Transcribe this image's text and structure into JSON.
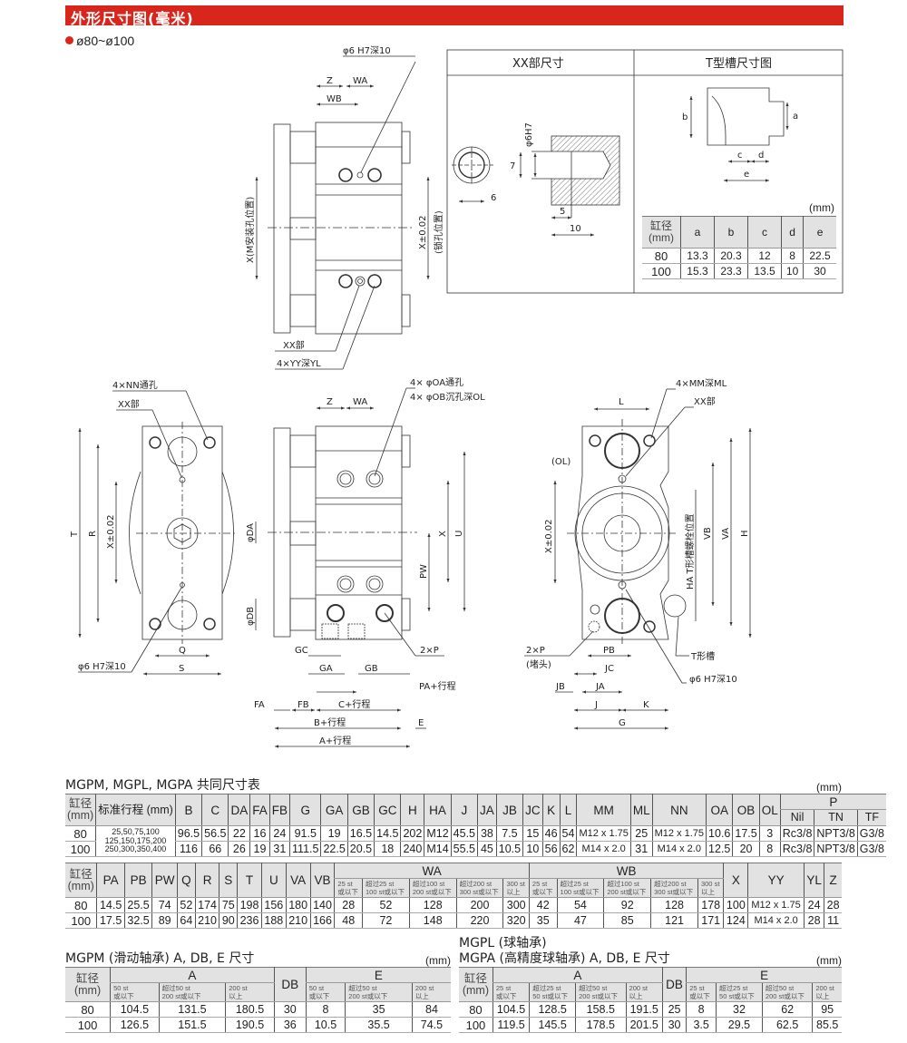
{
  "header": {
    "title": "外形尺寸图(毫米)",
    "subtitle": "ø80~ø100"
  },
  "colors": {
    "accent": "#d8261c",
    "header_bg": "#e2e2e2"
  },
  "top_view": {
    "hole_note": "φ6 H7深10",
    "z": "Z",
    "wa": "WA",
    "wb": "WB",
    "x_mount": "X(M安装孔位置)",
    "x_tol": "X±0.02",
    "lock_pos": "(锁孔位置)",
    "xx": "XX部",
    "yy": "4×YY深YL"
  },
  "xx_detail": {
    "title": "XX部尺寸",
    "dia": "φ6H7",
    "d7": "7",
    "d6": "6",
    "d5": "5",
    "d10": "10"
  },
  "tslot": {
    "title": "T型槽尺寸图",
    "a": "a",
    "b": "b",
    "c": "c",
    "d": "d",
    "e": "e",
    "unit": "(mm)",
    "columns": [
      "缸径\n(mm)",
      "a",
      "b",
      "c",
      "d",
      "e"
    ],
    "rows": [
      [
        "80",
        "13.3",
        "20.3",
        "12",
        "8",
        "22.5"
      ],
      [
        "100",
        "15.3",
        "23.3",
        "13.5",
        "10",
        "30"
      ]
    ]
  },
  "front_view": {
    "nn": "4×NN通孔",
    "xx": "XX部",
    "t": "T",
    "r": "R",
    "x_tol": "X±0.02",
    "q": "Q",
    "s": "S",
    "hole_note": "φ6 H7深10"
  },
  "side_view": {
    "oa": "4× φOA通孔",
    "ob": "4× φOB沉孔深OL",
    "z": "Z",
    "wa": "WA",
    "da": "φDA",
    "db": "φDB",
    "x": "X",
    "u": "U",
    "pw": "PW",
    "p": "2×P",
    "gc": "GC",
    "ga": "GA",
    "gb": "GB",
    "pa": "PA+行程",
    "fa": "FA",
    "fb": "FB",
    "c": "C+行程",
    "b": "B+行程",
    "e": "E",
    "a": "A+行程"
  },
  "end_view": {
    "mm": "4×MM深ML",
    "xx": "XX部",
    "l": "L",
    "ol": "(OL)",
    "x_tol": "X±0.02",
    "ha": "HA T形槽螺栓位置",
    "vb": "VB",
    "va": "VA",
    "h": "H",
    "p": "2×P",
    "plug": "(堵头)",
    "pb": "PB",
    "jc": "JC",
    "tslot": "T形槽",
    "hole_note": "φ6 H7深10",
    "jb": "JB",
    "ja": "JA",
    "j": "J",
    "k": "K",
    "g": "G"
  },
  "common_table": {
    "title": "MGPM, MGPL, MGPA 共同尺寸表",
    "unit": "(mm)",
    "bore_label": "缸径\n(mm)",
    "stroke_label": "标准行程 (mm)",
    "stroke": "25,50,75,100\n125,150,175,200\n250,300,350,400",
    "columns": [
      {
        "label": "B"
      },
      {
        "label": "C"
      },
      {
        "label": "DA"
      },
      {
        "label": "FA"
      },
      {
        "label": "FB"
      },
      {
        "label": "G"
      },
      {
        "label": "GA"
      },
      {
        "label": "GB"
      },
      {
        "label": "GC"
      },
      {
        "label": "H"
      },
      {
        "label": "HA"
      },
      {
        "label": "J"
      },
      {
        "label": "JA"
      },
      {
        "label": "JB"
      },
      {
        "label": "JC"
      },
      {
        "label": "K"
      },
      {
        "label": "L"
      },
      {
        "label": "MM"
      },
      {
        "label": "ML"
      },
      {
        "label": "NN"
      },
      {
        "label": "OA"
      },
      {
        "label": "OB"
      },
      {
        "label": "OL"
      },
      {
        "label": "P",
        "sub": [
          "Nil",
          "TN",
          "TF"
        ]
      }
    ],
    "rows": [
      [
        "80",
        "96.5",
        "56.5",
        "22",
        "16",
        "24",
        "91.5",
        "19",
        "16.5",
        "14.5",
        "202",
        "M12",
        "45.5",
        "38",
        "7.5",
        "15",
        "46",
        "54",
        "M12 x 1.75",
        "25",
        "M12 x 1.75",
        "10.6",
        "17.5",
        "3",
        "Rc3/8",
        "NPT3/8",
        "G3/8"
      ],
      [
        "100",
        "116",
        "66",
        "26",
        "19",
        "31",
        "111.5",
        "22.5",
        "20.5",
        "18",
        "240",
        "M14",
        "55.5",
        "45",
        "10.5",
        "10",
        "56",
        "62",
        "M14 x 2.0",
        "31",
        "M14 x 2.0",
        "12.5",
        "20",
        "8",
        "Rc3/8",
        "NPT3/8",
        "G3/8"
      ]
    ]
  },
  "common_table_2": {
    "bore_label": "缸径\n(mm)",
    "columns": [
      {
        "label": "PA"
      },
      {
        "label": "PB"
      },
      {
        "label": "PW"
      },
      {
        "label": "Q"
      },
      {
        "label": "R"
      },
      {
        "label": "S"
      },
      {
        "label": "T"
      },
      {
        "label": "U"
      },
      {
        "label": "VA"
      },
      {
        "label": "VB"
      },
      {
        "label": "WA",
        "sub": [
          "25 st\n或以下",
          "超过25 st\n100 st或以下",
          "超过100 st\n200 st或以下",
          "超过200 st\n300 st或以下",
          "300 st\n以上"
        ]
      },
      {
        "label": "WB",
        "sub": [
          "25 st\n或以下",
          "超过25 st\n100 st或以下",
          "超过100 st\n200 st或以下",
          "超过200 st\n300 st或以下",
          "300 st\n以上"
        ]
      },
      {
        "label": "X"
      },
      {
        "label": "YY"
      },
      {
        "label": "YL"
      },
      {
        "label": "Z"
      }
    ],
    "rows": [
      [
        "80",
        "14.5",
        "25.5",
        "74",
        "52",
        "174",
        "75",
        "198",
        "156",
        "180",
        "140",
        "28",
        "52",
        "128",
        "200",
        "300",
        "42",
        "54",
        "92",
        "128",
        "178",
        "100",
        "M12 x 1.75",
        "24",
        "28"
      ],
      [
        "100",
        "17.5",
        "32.5",
        "89",
        "64",
        "210",
        "90",
        "236",
        "188",
        "210",
        "166",
        "48",
        "72",
        "148",
        "220",
        "320",
        "35",
        "47",
        "85",
        "121",
        "171",
        "124",
        "M14 x 2.0",
        "28",
        "11"
      ]
    ]
  },
  "mgpm_table": {
    "title": "MGPM (滑动轴承) A, DB, E 尺寸",
    "unit": "(mm)",
    "bore_label": "缸径\n(mm)",
    "columns": [
      {
        "label": "A",
        "sub": [
          "50 st\n或以下",
          "超过50 st\n200 st或以下",
          "200 st\n以上"
        ]
      },
      {
        "label": "DB"
      },
      {
        "label": "E",
        "sub": [
          "50 st\n或以下",
          "超过50 st\n200 st或以下",
          "200 st\n以上"
        ]
      }
    ],
    "rows": [
      [
        "80",
        "104.5",
        "131.5",
        "180.5",
        "30",
        "8",
        "35",
        "84"
      ],
      [
        "100",
        "126.5",
        "151.5",
        "190.5",
        "36",
        "10.5",
        "35.5",
        "74.5"
      ]
    ]
  },
  "mgpl_table": {
    "title_line1": "MGPL (球轴承)",
    "title_line2": "MGPA (高精度球轴承) A, DB, E 尺寸",
    "unit": "(mm)",
    "bore_label": "缸径\n(mm)",
    "columns": [
      {
        "label": "A",
        "sub": [
          "25 st\n或以下",
          "超过25 st\n50 st或以下",
          "超过50 st\n200 st或以下",
          "200 st\n以上"
        ]
      },
      {
        "label": "DB"
      },
      {
        "label": "E",
        "sub": [
          "25 st\n或以下",
          "超过25 st\n50 st或以下",
          "超过50 st\n200 st或以下",
          "200 st\n以上"
        ]
      }
    ],
    "rows": [
      [
        "80",
        "104.5",
        "128.5",
        "158.5",
        "191.5",
        "25",
        "8",
        "32",
        "62",
        "95"
      ],
      [
        "100",
        "119.5",
        "145.5",
        "178.5",
        "201.5",
        "30",
        "3.5",
        "29.5",
        "62.5",
        "85.5"
      ]
    ]
  }
}
